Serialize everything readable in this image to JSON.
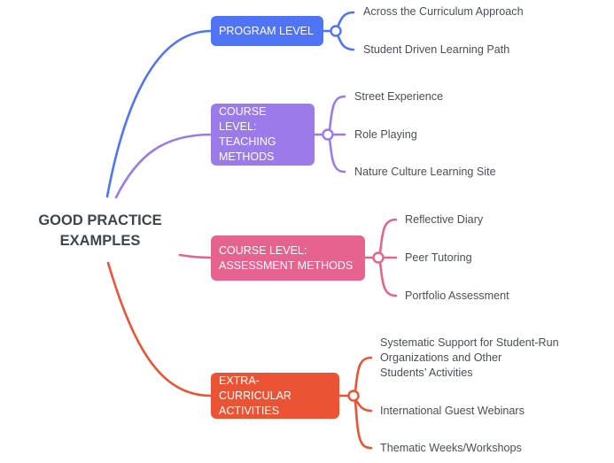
{
  "root": {
    "label": "GOOD PRACTICE\nEXAMPLES",
    "line1": "GOOD PRACTICE",
    "line2": "EXAMPLES"
  },
  "branches": [
    {
      "id": "program",
      "label": "PROGRAM LEVEL",
      "color": "#4f74f5",
      "children": [
        "Across the Curriculum Approach",
        "Student Driven Learning Path"
      ]
    },
    {
      "id": "teaching",
      "label": "COURSE LEVEL:\nTEACHING\nMETHODS",
      "color": "#9b7be9",
      "children": [
        "Street Experience",
        "Role Playing",
        "Nature Culture Learning Site"
      ]
    },
    {
      "id": "assessment",
      "label": "COURSE LEVEL:\nASSESSMENT METHODS",
      "color": "#e5638e",
      "children": [
        "Reflective Diary",
        "Peer Tutoring",
        "Portfolio Assessment"
      ]
    },
    {
      "id": "extra",
      "label": "EXTRA-CURRICULAR\nACTIVITIES",
      "color": "#ea5435",
      "children": [
        "Systematic Support for Student-Run\nOrganizations and Other\nStudents’ Activities",
        "International Guest Webinars",
        "Thematic Weeks/Workshops"
      ]
    }
  ]
}
